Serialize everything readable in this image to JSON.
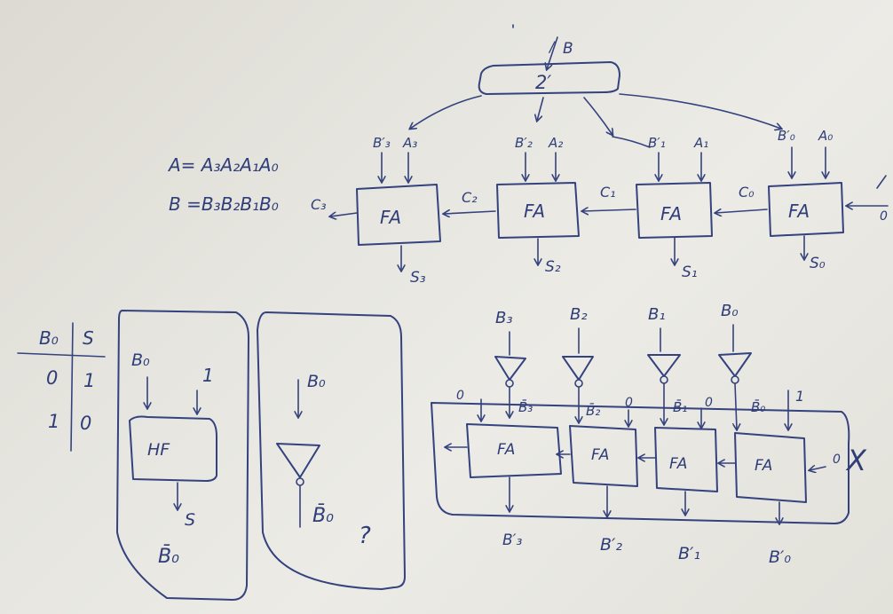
{
  "top": {
    "b_input": "B",
    "b_input_mark": "/",
    "complement_block": "2′",
    "def_a": "A= A₃A₂A₁A₀",
    "def_b": "B =B₃B₂B₁B₀",
    "adders": [
      {
        "id": "fa3",
        "label": "FA",
        "b_in": "B′₃",
        "a_in": "A₃",
        "sum": "S₃"
      },
      {
        "id": "fa2",
        "label": "FA",
        "b_in": "B′₂",
        "a_in": "A₂",
        "sum": "S₂"
      },
      {
        "id": "fa1",
        "label": "FA",
        "b_in": "B′₁",
        "a_in": "A₁",
        "sum": "S₁"
      },
      {
        "id": "fa0",
        "label": "FA",
        "b_in": "B′₀",
        "a_in": "A₀",
        "sum": "S₀"
      }
    ],
    "carries": [
      "C₃",
      "C₂",
      "C₁",
      "C₀"
    ],
    "carry_in": "0"
  },
  "truth_table": {
    "headers": [
      "B₀",
      "S"
    ],
    "rows": [
      [
        "0",
        "1"
      ],
      [
        "1",
        "0"
      ]
    ]
  },
  "half_adder_panel": {
    "in_b": "B₀",
    "in_one": "1",
    "block": "HF",
    "out_s": "S",
    "result": "B̄₀"
  },
  "inverter_panel": {
    "in_b": "B₀",
    "result": "B̄₀",
    "question": "?"
  },
  "bottom": {
    "inputs": [
      "B₃",
      "B₂",
      "B₁",
      "B₀"
    ],
    "inverted": [
      "B̄₃",
      "B̄₂",
      "B̄₁",
      "B̄₀"
    ],
    "side_inputs": [
      "0",
      "0",
      "0",
      "1"
    ],
    "adders": [
      "FA",
      "FA",
      "FA",
      "FA"
    ],
    "outputs": [
      "B′₃",
      "B′₂",
      "B′₁",
      "B′₀"
    ],
    "carry_in": "0",
    "cross_mark": "X"
  }
}
